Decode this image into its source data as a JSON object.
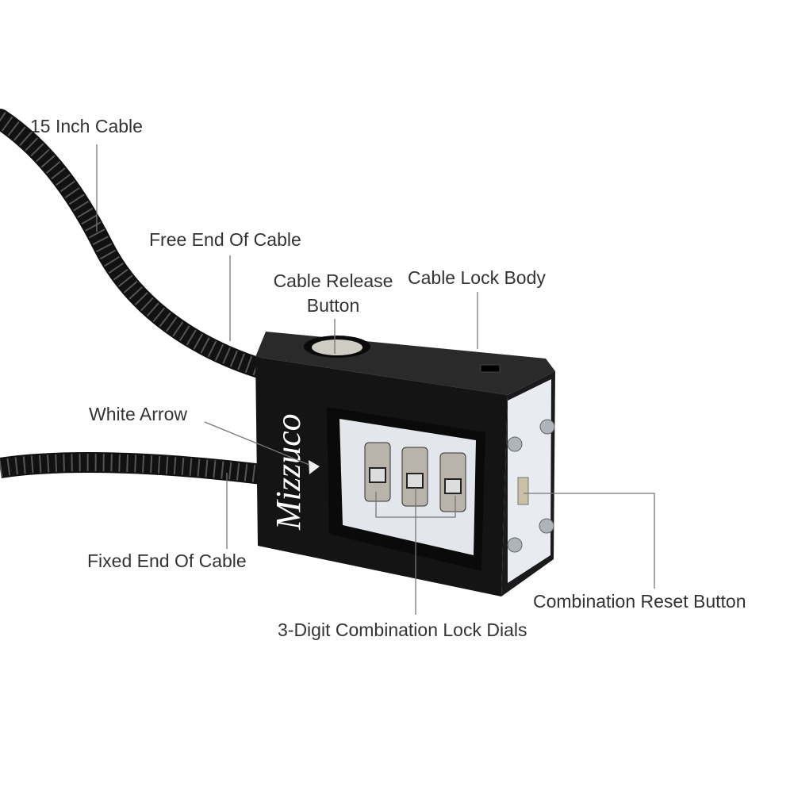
{
  "brand": "Mizzuco",
  "labels": {
    "cable": "15 Inch Cable",
    "free_end": "Free End Of Cable",
    "release_button_line1": "Cable Release",
    "release_button_line2": "Button",
    "lock_body": "Cable Lock Body",
    "white_arrow": "White Arrow",
    "fixed_end": "Fixed End Of Cable",
    "dials": "3-Digit Combination Lock Dials",
    "reset_button": "Combination Reset Button"
  },
  "colors": {
    "label_text": "#333333",
    "leader_line": "#777777",
    "lock_body": "#141414",
    "panel": "#e8ebef"
  }
}
